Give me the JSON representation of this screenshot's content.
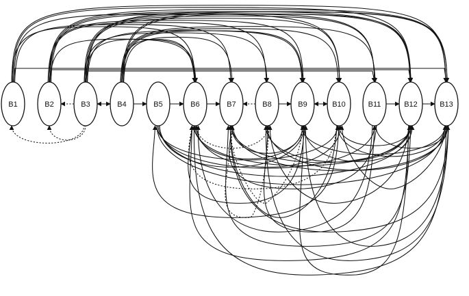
{
  "diagram": {
    "nodes": [
      {
        "id": "B1",
        "label": "B1"
      },
      {
        "id": "B2",
        "label": "B2"
      },
      {
        "id": "B3",
        "label": "B3"
      },
      {
        "id": "B4",
        "label": "B4"
      },
      {
        "id": "B5",
        "label": "B5"
      },
      {
        "id": "B6",
        "label": "B6"
      },
      {
        "id": "B7",
        "label": "B7"
      },
      {
        "id": "B8",
        "label": "B8"
      },
      {
        "id": "B9",
        "label": "B9"
      },
      {
        "id": "B10",
        "label": "B10"
      },
      {
        "id": "B11",
        "label": "B11"
      },
      {
        "id": "B12",
        "label": "B12"
      },
      {
        "id": "B13",
        "label": "B13"
      }
    ],
    "edges": [
      {
        "from": "B4",
        "to": "B5",
        "style": "solid",
        "route": "straight"
      },
      {
        "from": "B5",
        "to": "B6",
        "style": "solid",
        "route": "straight"
      },
      {
        "from": "B6",
        "to": "B7",
        "style": "solid",
        "route": "straight"
      },
      {
        "from": "B8",
        "to": "B9",
        "style": "solid",
        "route": "straight"
      },
      {
        "from": "B11",
        "to": "B12",
        "style": "solid",
        "route": "straight"
      },
      {
        "from": "B12",
        "to": "B13",
        "style": "solid",
        "route": "straight"
      },
      {
        "from": "B3",
        "to": "B4",
        "style": "solid",
        "route": "straight",
        "bidirectional": true
      },
      {
        "from": "B9",
        "to": "B10",
        "style": "solid",
        "route": "straight",
        "bidirectional": true
      },
      {
        "from": "B3",
        "to": "B2",
        "style": "dotted",
        "route": "straight"
      },
      {
        "from": "B8",
        "to": "B7",
        "style": "dotted",
        "route": "straight"
      },
      {
        "from": "B1",
        "to": "B13",
        "style": "solid",
        "route": "top"
      },
      {
        "from": "B1",
        "to": "B12",
        "style": "solid",
        "route": "top"
      },
      {
        "from": "B1",
        "to": "B10",
        "style": "solid",
        "route": "top"
      },
      {
        "from": "B1",
        "to": "B7",
        "style": "solid",
        "route": "top"
      },
      {
        "from": "B1",
        "to": "B6",
        "style": "solid",
        "route": "top"
      },
      {
        "from": "B2",
        "to": "B13",
        "style": "solid",
        "route": "top"
      },
      {
        "from": "B2",
        "to": "B12",
        "style": "solid",
        "route": "top"
      },
      {
        "from": "B2",
        "to": "B11",
        "style": "solid",
        "route": "top"
      },
      {
        "from": "B2",
        "to": "B9",
        "style": "solid",
        "route": "top"
      },
      {
        "from": "B2",
        "to": "B8",
        "style": "solid",
        "route": "top"
      },
      {
        "from": "B2",
        "to": "B6",
        "style": "solid",
        "route": "top"
      },
      {
        "from": "B3",
        "to": "B13",
        "style": "solid",
        "route": "top"
      },
      {
        "from": "B3",
        "to": "B12",
        "style": "solid",
        "route": "top"
      },
      {
        "from": "B3",
        "to": "B11",
        "style": "solid",
        "route": "top"
      },
      {
        "from": "B3",
        "to": "B10",
        "style": "solid",
        "route": "top"
      },
      {
        "from": "B3",
        "to": "B9",
        "style": "solid",
        "route": "top"
      },
      {
        "from": "B3",
        "to": "B8",
        "style": "solid",
        "route": "top"
      },
      {
        "from": "B3",
        "to": "B6",
        "style": "solid",
        "route": "top"
      },
      {
        "from": "B4",
        "to": "B13",
        "style": "solid",
        "route": "top"
      },
      {
        "from": "B4",
        "to": "B12",
        "style": "solid",
        "route": "top"
      },
      {
        "from": "B4",
        "to": "B11",
        "style": "solid",
        "route": "top"
      },
      {
        "from": "B4",
        "to": "B10",
        "style": "solid",
        "route": "top"
      },
      {
        "from": "B4",
        "to": "B9",
        "style": "solid",
        "route": "top"
      },
      {
        "from": "B4",
        "to": "B7",
        "style": "solid",
        "route": "top"
      },
      {
        "from": "B4",
        "to": "B6",
        "style": "solid",
        "route": "top"
      },
      {
        "from": "B1",
        "to": "B13",
        "style": "solid",
        "route": "top-flat"
      },
      {
        "from": "B2",
        "to": "B12",
        "style": "solid",
        "route": "top-flat"
      },
      {
        "from": "B3",
        "to": "B11",
        "style": "solid",
        "route": "top-flat"
      },
      {
        "from": "B3",
        "to": "B1",
        "style": "dotted",
        "route": "bottom"
      },
      {
        "from": "B3",
        "to": "B2",
        "style": "dotted",
        "route": "bottom"
      },
      {
        "from": "B8",
        "to": "B6",
        "style": "dotted",
        "route": "bottom"
      },
      {
        "from": "B10",
        "to": "B13",
        "style": "solid",
        "route": "bottom"
      },
      {
        "from": "B7",
        "to": "B9",
        "style": "solid",
        "route": "bottom"
      },
      {
        "from": "B5",
        "to": "B9",
        "style": "solid",
        "route": "bottom"
      },
      {
        "from": "B5",
        "to": "B10",
        "style": "solid",
        "route": "bottom"
      },
      {
        "from": "B5",
        "to": "B11",
        "style": "solid",
        "route": "bottom"
      },
      {
        "from": "B5",
        "to": "B12",
        "style": "solid",
        "route": "bottom"
      },
      {
        "from": "B5",
        "to": "B13",
        "style": "solid",
        "route": "bottom"
      },
      {
        "from": "B6",
        "to": "B9",
        "style": "solid",
        "route": "bottom"
      },
      {
        "from": "B6",
        "to": "B10",
        "style": "solid",
        "route": "bottom"
      },
      {
        "from": "B6",
        "to": "B12",
        "style": "solid",
        "route": "bottom"
      },
      {
        "from": "B7",
        "to": "B12",
        "style": "solid",
        "route": "bottom"
      },
      {
        "from": "B7",
        "to": "B13",
        "style": "solid",
        "route": "bottom"
      },
      {
        "from": "B8",
        "to": "B12",
        "style": "solid",
        "route": "bottom"
      },
      {
        "from": "B8",
        "to": "B13",
        "style": "solid",
        "route": "bottom"
      },
      {
        "from": "B9",
        "to": "B12",
        "style": "solid",
        "route": "bottom"
      },
      {
        "from": "B9",
        "to": "B13",
        "style": "solid",
        "route": "bottom"
      },
      {
        "from": "B10",
        "to": "B12",
        "style": "solid",
        "route": "bottom"
      },
      {
        "from": "B11",
        "to": "B13",
        "style": "solid",
        "route": "bottom"
      },
      {
        "from": "B10",
        "to": "B6",
        "style": "dotted",
        "route": "bottom-loop"
      },
      {
        "from": "B9",
        "to": "B7",
        "style": "dotted",
        "route": "bottom-loop"
      },
      {
        "from": "B8",
        "to": "B7",
        "style": "dotted",
        "route": "bottom-loop"
      },
      {
        "from": "B11",
        "to": "B6",
        "style": "solid",
        "route": "bottom-loop"
      },
      {
        "from": "B12",
        "to": "B7",
        "style": "solid",
        "route": "bottom-loop"
      },
      {
        "from": "B13",
        "to": "B8",
        "style": "solid",
        "route": "bottom-loop"
      },
      {
        "from": "B12",
        "to": "B9",
        "style": "solid",
        "route": "bottom-loop"
      },
      {
        "from": "B13",
        "to": "B10",
        "style": "solid",
        "route": "bottom-loop"
      },
      {
        "from": "B9",
        "to": "B6",
        "style": "solid",
        "route": "bottom-loop"
      },
      {
        "from": "B10",
        "to": "B7",
        "style": "solid",
        "route": "bottom-loop"
      },
      {
        "from": "B11",
        "to": "B8",
        "style": "solid",
        "route": "bottom-loop"
      },
      {
        "from": "B13",
        "to": "B9",
        "style": "solid",
        "route": "bottom-loop"
      },
      {
        "from": "B12",
        "to": "B6",
        "style": "solid",
        "route": "bottom-loop"
      },
      {
        "from": "B13",
        "to": "B6",
        "style": "solid",
        "route": "bottom-loop"
      },
      {
        "from": "B11",
        "to": "B7",
        "style": "solid",
        "route": "bottom-loop"
      },
      {
        "from": "B12",
        "to": "B8",
        "style": "solid",
        "route": "bottom-loop"
      },
      {
        "from": "B10",
        "to": "B5",
        "style": "solid",
        "route": "bottom-loop"
      },
      {
        "from": "B13",
        "to": "B7",
        "style": "solid",
        "route": "bottom-loop"
      }
    ]
  }
}
